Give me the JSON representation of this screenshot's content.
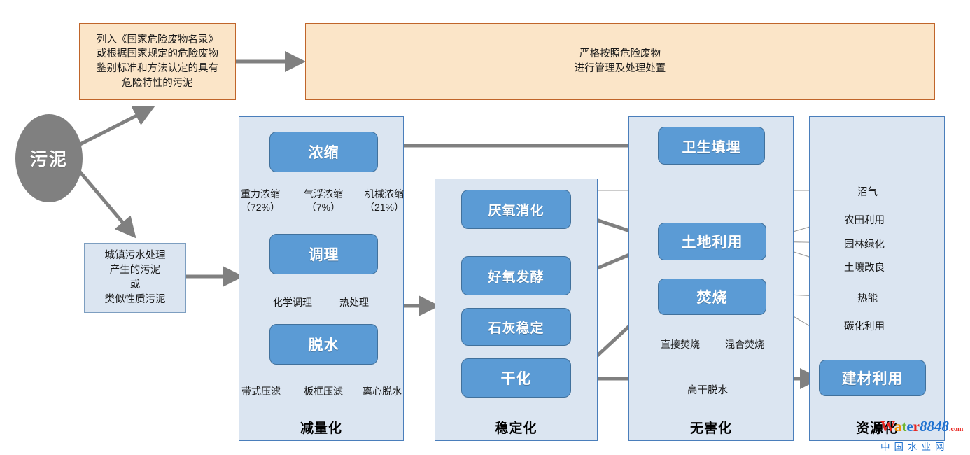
{
  "source": {
    "node_label": "污泥"
  },
  "hazardous": {
    "criteria_label": "列入《国家危险废物名录》\n或根据国家规定的危险废物\n鉴别标准和方法认定的具有\n危险特性的污泥",
    "action_label": "严格按照危险废物\n进行管理及处理处置"
  },
  "municipal": {
    "label": "城镇污水处理\n产生的污泥\n或\n类似性质污泥"
  },
  "panels": [
    {
      "id": "reduction",
      "title": "减量化"
    },
    {
      "id": "stabilization",
      "title": "稳定化"
    },
    {
      "id": "harmless",
      "title": "无害化"
    },
    {
      "id": "resource",
      "title": "资源化"
    }
  ],
  "reduction": {
    "nodes": [
      {
        "label": "浓缩",
        "subs": [
          "重力浓缩\n（72%）",
          "气浮浓缩\n（7%）",
          "机械浓缩\n（21%）"
        ]
      },
      {
        "label": "调理",
        "subs": [
          "化学调理",
          "热处理"
        ]
      },
      {
        "label": "脱水",
        "subs": [
          "带式压滤",
          "板框压滤",
          "离心脱水"
        ]
      }
    ]
  },
  "stabilization": {
    "nodes": [
      {
        "label": "厌氧消化"
      },
      {
        "label": "好氧发酵"
      },
      {
        "label": "石灰稳定"
      },
      {
        "label": "干化"
      }
    ]
  },
  "harmless": {
    "nodes": [
      {
        "label": "卫生填埋"
      },
      {
        "label": "土地利用"
      },
      {
        "label": "焚烧",
        "subs": [
          "直接焚烧",
          "混合焚烧"
        ]
      }
    ],
    "edge_label": "高干脱水"
  },
  "resource": {
    "outputs": [
      "沼气",
      "农田利用",
      "园林绿化",
      "土壤改良",
      "热能",
      "碳化利用"
    ],
    "node": {
      "label": "建材利用"
    }
  },
  "watermark": {
    "w": "W",
    "a": "a",
    "t": "t",
    "e": "e",
    "r": "r",
    "num": "8848",
    "dotcom": ".com",
    "bottom": "中国水业网"
  },
  "colors": {
    "blue_box": "#5b9bd5",
    "blue_box_border": "#41719c",
    "panel_fill": "#dbe5f1",
    "panel_border": "#4a7ebb",
    "orange_fill": "#fbe5c8",
    "orange_border": "#c0652a",
    "ellipse_fill": "#808080",
    "arrow_gray": "#808080",
    "thin_line": "#9a9a9a"
  }
}
